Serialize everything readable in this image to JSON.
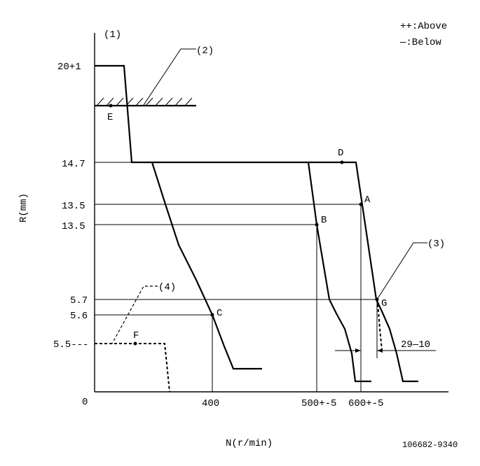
{
  "labels": {
    "callout_1": "(1)",
    "callout_2": "(2)",
    "callout_3": "(3)",
    "callout_4": "(4)",
    "legend_above": "++:Above",
    "legend_below": "—:Below",
    "y_axis_title": "R(mm)",
    "x_axis_title": "N(r/min)",
    "part_number": "106682-9340",
    "tolerance": "29—10"
  },
  "y_ticks": {
    "t1": "20+1",
    "t2": "14.7",
    "t3": "13.5",
    "t4": "13.5",
    "t5": "5.7",
    "t6": "5.6",
    "t7": "5.5---"
  },
  "x_ticks": {
    "t0": "0",
    "t1": "400",
    "t2": "500+-5",
    "t3": "600+-5"
  },
  "points": {
    "A": "A",
    "B": "B",
    "C": "C",
    "D": "D",
    "E": "E",
    "F": "F",
    "G": "G"
  }
}
